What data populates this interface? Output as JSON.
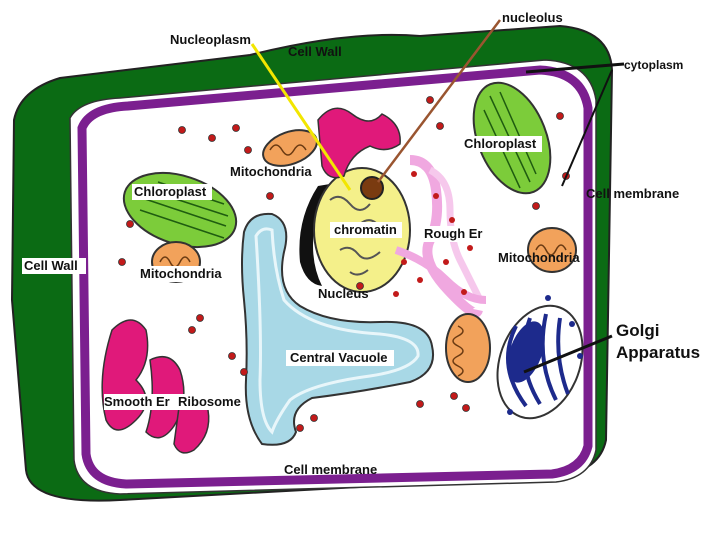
{
  "labels": {
    "nucleolus": "nucleolus",
    "nucleoplasm": "Nucleoplasm",
    "cell_wall_top": "Cell Wall",
    "cytoplasm": "cytoplasm",
    "chloroplast_right": "Chloroplast",
    "mitochondria_top": "Mitochondria",
    "chloroplast_left": "Chloroplast",
    "cell_membrane_right": "Cell membrane",
    "chromatin": "chromatin",
    "rough_er": "Rough Er",
    "cell_wall_left": "Cell Wall",
    "mitochondria_left": "Mitochondria",
    "mitochondria_right": "Mitochondria",
    "nucleus": "Nucleus",
    "golgi_line1": "Golgi",
    "golgi_line2": "Apparatus",
    "central_vacuole": "Central Vacuole",
    "smooth_er": "Smooth Er",
    "ribosome": "Ribosome",
    "cell_membrane_bottom": "Cell membrane"
  },
  "colors": {
    "cell_wall": "#0b6b14",
    "membrane": "#7b1f8f",
    "vacuole": "#a8d8e6",
    "nucleus": "#f4f08a",
    "nucleolus": "#7a3b10",
    "chloroplast": "#7ccc3a",
    "mitochondria": "#f2a25b",
    "smooth_er": "#e0197a",
    "rough_er": "#f0a8e0",
    "golgi": "#1d2a8c",
    "ribosome": "#c21a1a",
    "pointer_yellow": "#f2e600",
    "pointer_brown": "#9a5530"
  }
}
